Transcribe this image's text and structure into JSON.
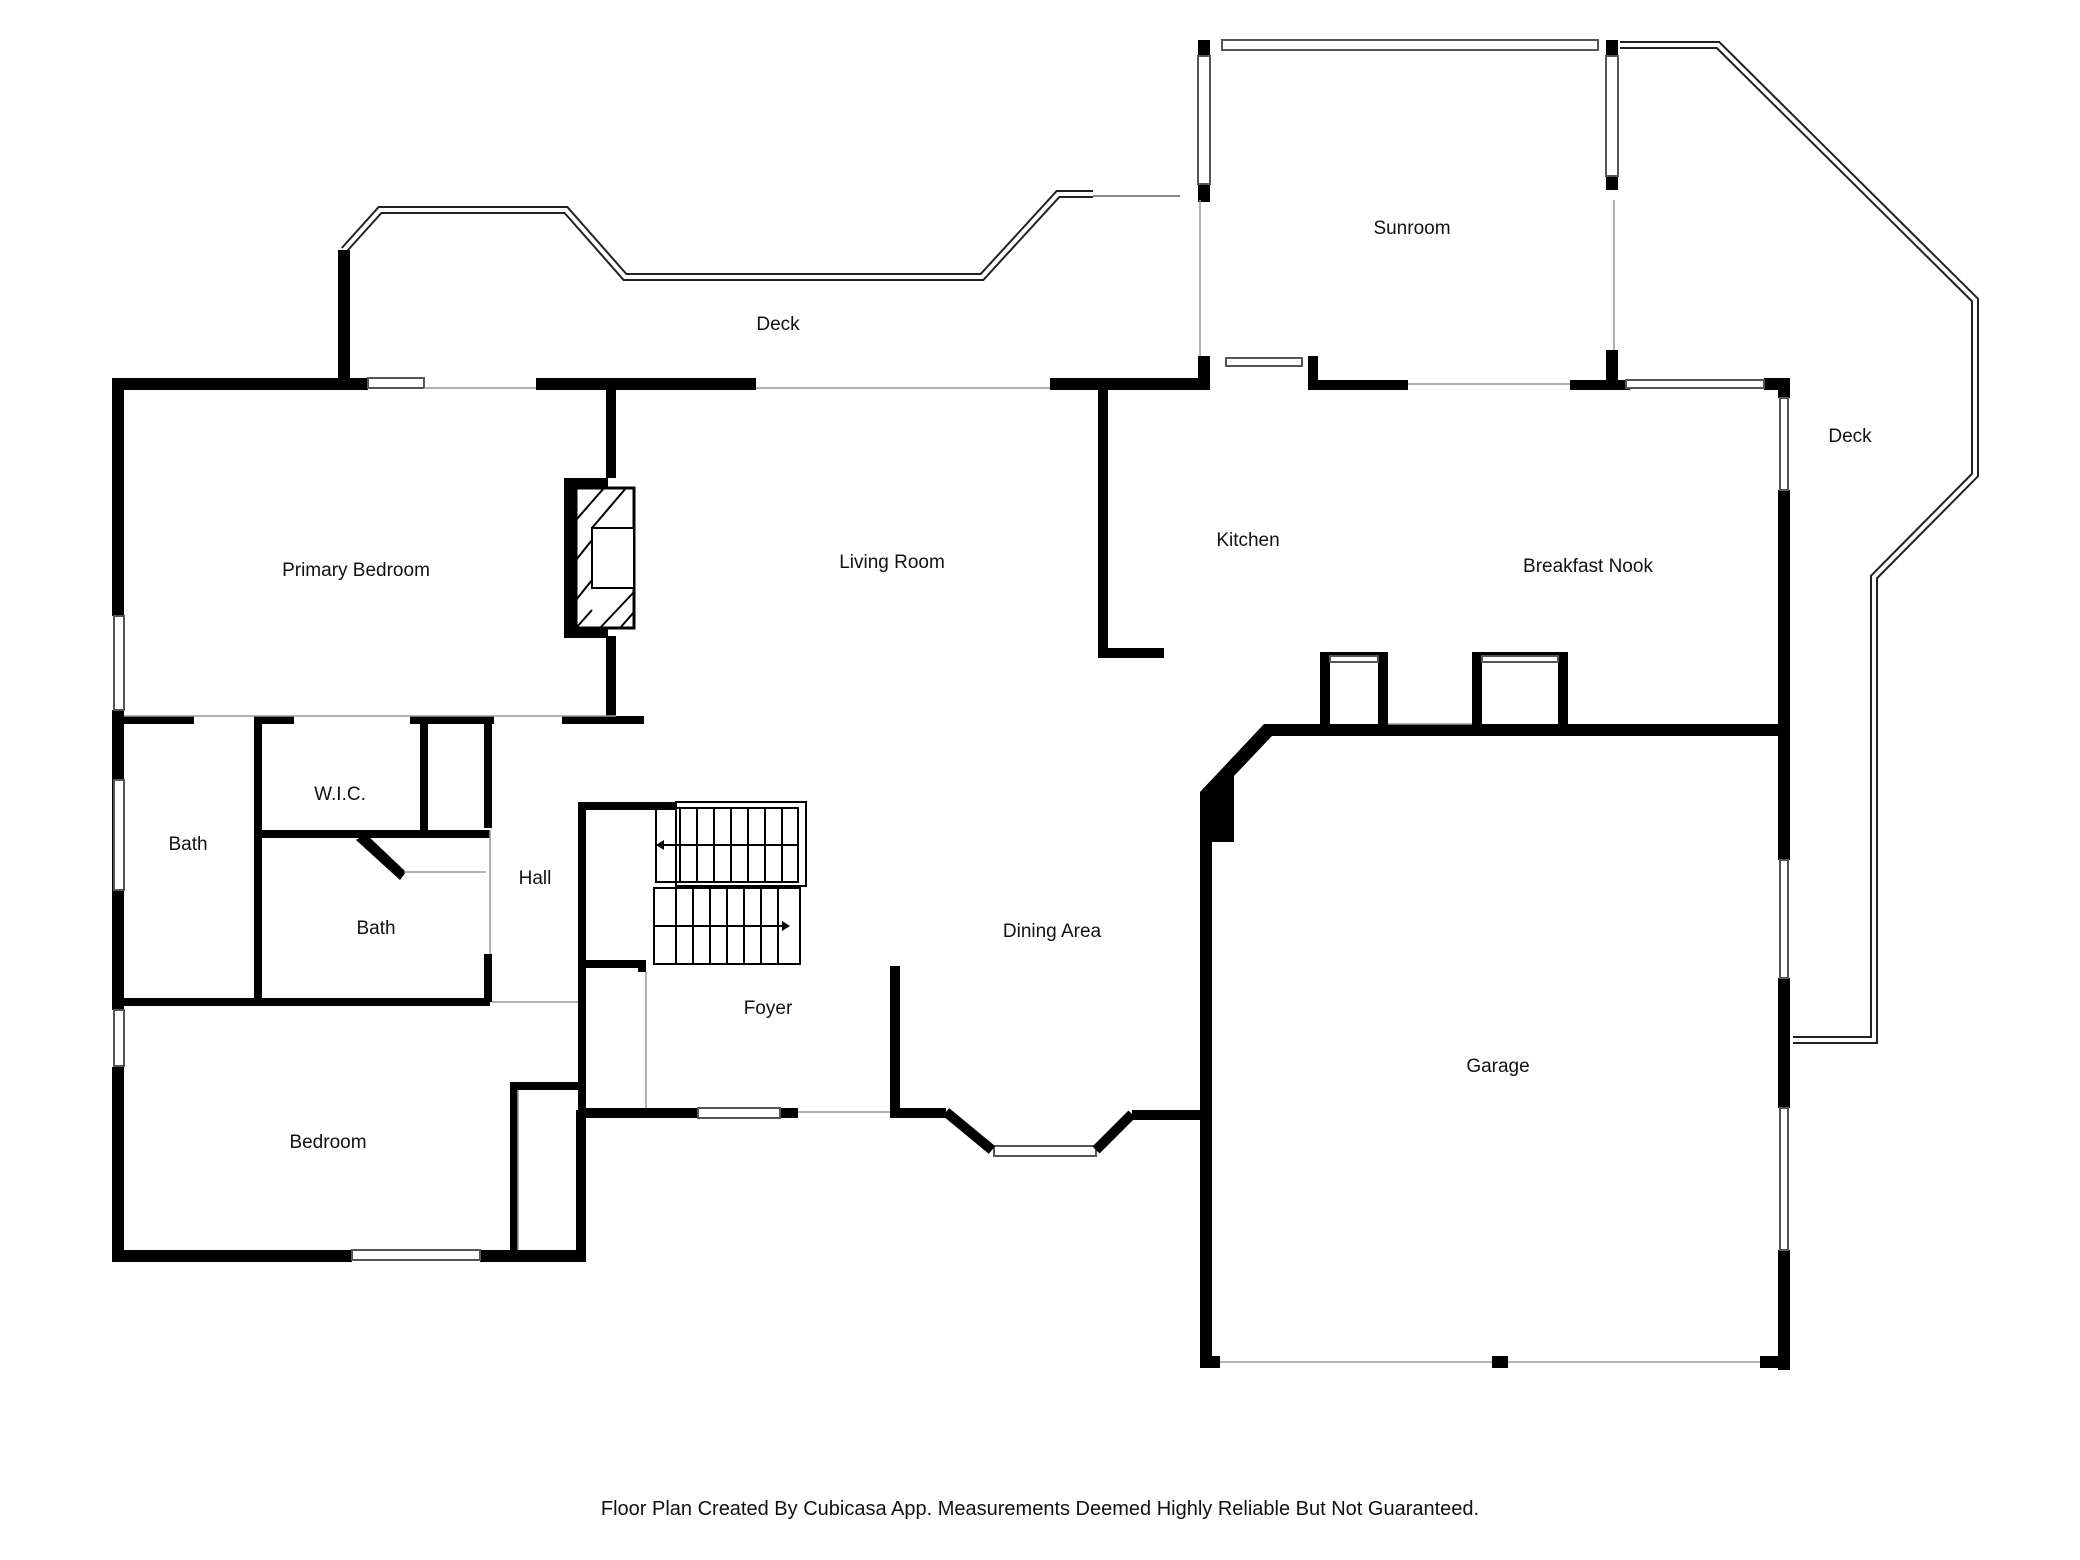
{
  "rooms": {
    "deck_north": "Deck",
    "sunroom": "Sunroom",
    "deck_east": "Deck",
    "primary_bedroom": "Primary Bedroom",
    "living_room": "Living Room",
    "kitchen": "Kitchen",
    "breakfast_nook": "Breakfast Nook",
    "wic": "W.I.C.",
    "bath_left": "Bath",
    "bath_center": "Bath",
    "hall": "Hall",
    "dining_area": "Dining Area",
    "foyer": "Foyer",
    "garage": "Garage",
    "bedroom": "Bedroom"
  },
  "footer": "Floor Plan Created By Cubicasa App. Measurements Deemed Highly Reliable But Not Guaranteed.",
  "colors": {
    "wall": "#000000",
    "window": "#888888",
    "background": "#ffffff"
  }
}
